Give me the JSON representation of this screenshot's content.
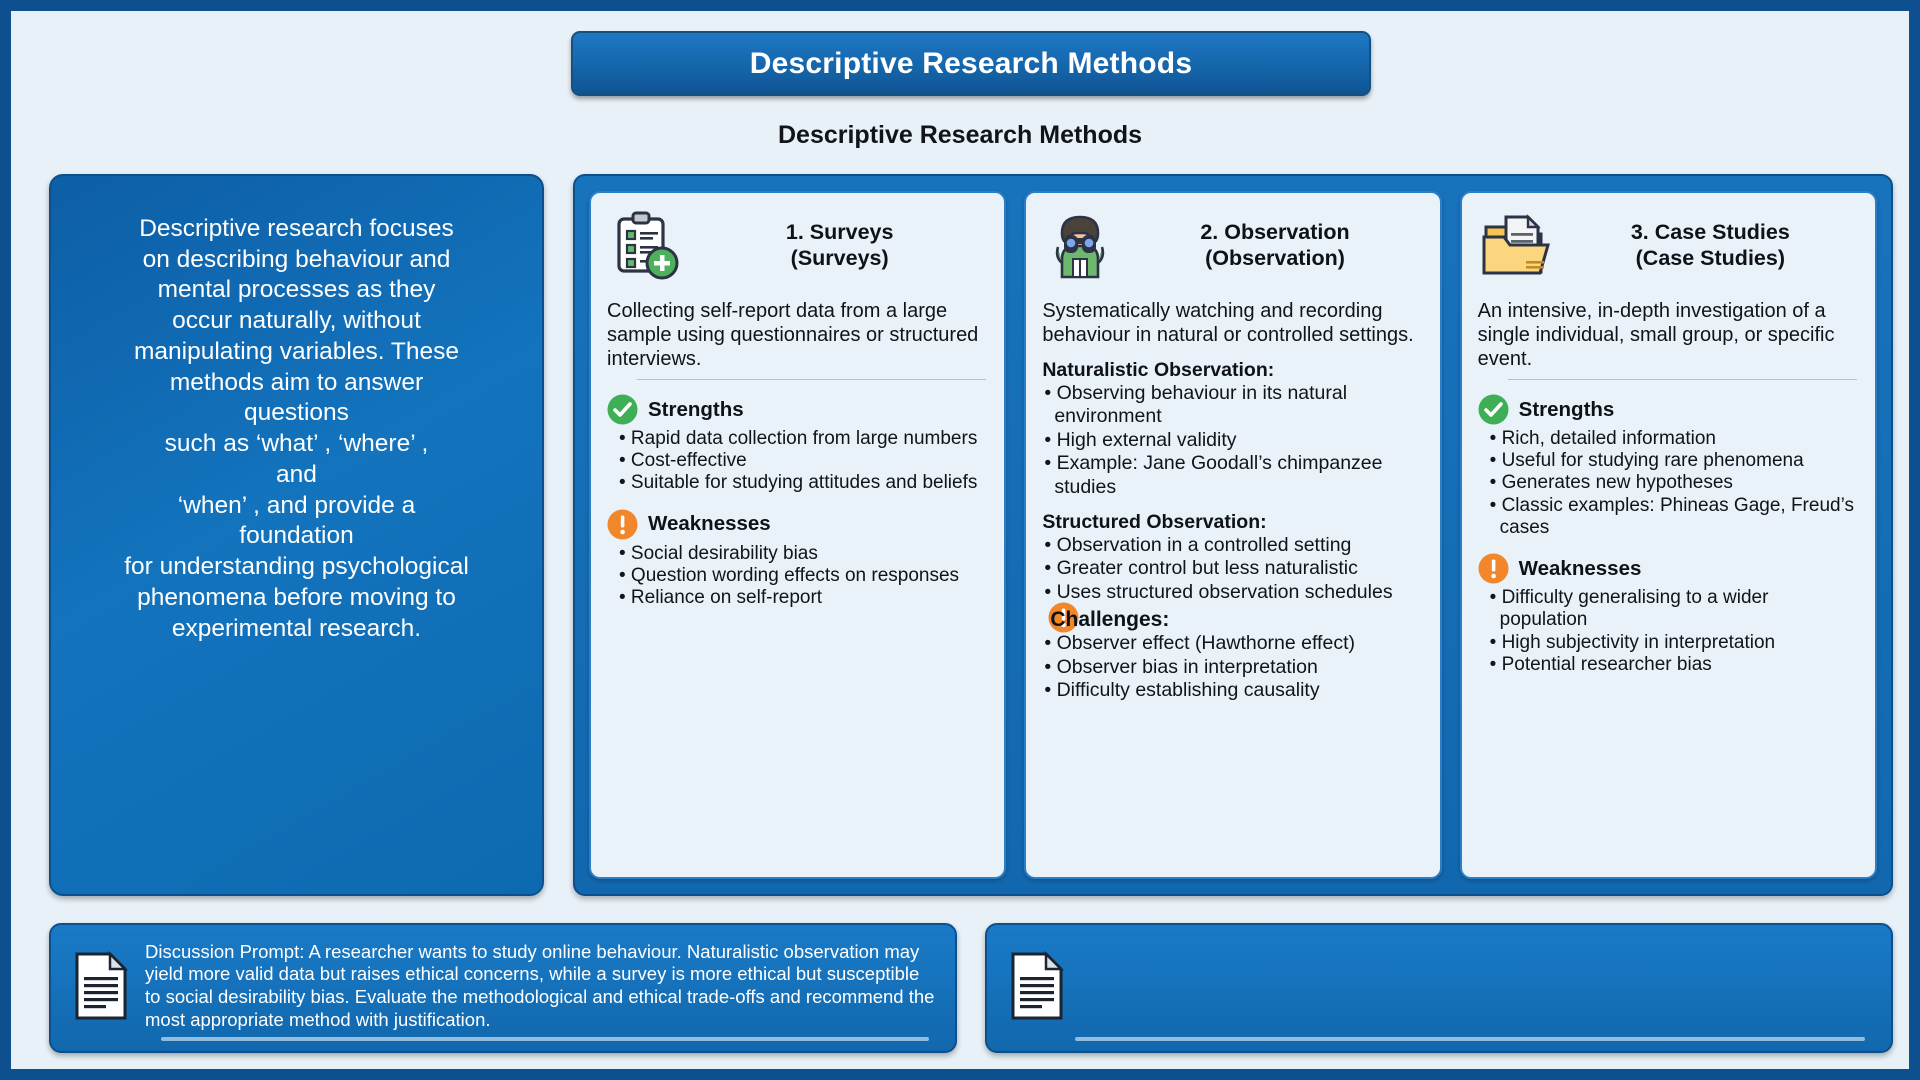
{
  "banner": {
    "title": "Descriptive Research Methods"
  },
  "subtitle": "Descriptive Research Methods",
  "left_panel": {
    "body": "Descriptive research focuses\non describing behaviour and\nmental processes as they\noccur naturally, without\nmanipulating variables. These\nmethods aim to answer\nquestions\nsuch as   ‘what’ ,   ‘where’ ,\nand\n‘when’ , and provide a\nfoundation\nfor understanding psychological\nphenomena before moving to\nexperimental research."
  },
  "cards": [
    {
      "icon": "clipboard-plus-icon",
      "title": "1. Surveys\n(Surveys)",
      "desc": "Collecting self-report data from a large sample using questionnaires or structured interviews.",
      "strengths_label": "Strengths",
      "strengths": [
        "• Rapid data collection from large numbers",
        "• Cost-effective",
        "• Suitable for studying attitudes and beliefs"
      ],
      "weaknesses_label": "Weaknesses",
      "weaknesses": [
        "• Social desirability bias",
        "• Question wording effects on responses",
        "• Reliance on self-report"
      ]
    },
    {
      "icon": "binoculars-observer-icon",
      "title": "2. Observation\n(Observation)",
      "desc": "Systematically watching and recording behaviour in natural or controlled settings.",
      "section_1_head": "Naturalistic Observation:",
      "section_1_bullets": [
        "• Observing behaviour in its natural environment",
        "• High external validity",
        "• Example: Jane Goodall’s chimpanzee studies"
      ],
      "section_2_head": "Structured Observation:",
      "section_2_bullets": [
        "• Observation in a controlled setting",
        "• Greater control but less naturalistic",
        "• Uses structured observation schedules"
      ],
      "challenges_label": "Challenges:",
      "challenges": [
        "• Observer effect (Hawthorne effect)",
        "• Observer bias in interpretation",
        "• Difficulty establishing causality"
      ]
    },
    {
      "icon": "case-folder-icon",
      "title": "3. Case Studies\n(Case Studies)",
      "desc": "An intensive, in-depth investigation of a single individual, small group,  or specific event.",
      "strengths_label": "Strengths",
      "strengths": [
        "• Rich, detailed information",
        "• Useful for studying rare phenomena",
        "• Generates new hypotheses",
        "• Classic examples: Phineas Gage, Freud’s cases"
      ],
      "weaknesses_label": "Weaknesses",
      "weaknesses": [
        "• Difficulty generalising to a wider population",
        "• High subjectivity in interpretation",
        "• Potential researcher bias"
      ]
    }
  ],
  "bottom": [
    {
      "icon": "document-icon",
      "text": "Discussion Prompt: A researcher wants to study online behaviour. Naturalistic observation may yield more valid data but raises ethical concerns, while a survey is more ethical but susceptible to social desirability bias. Evaluate the methodological and ethical trade-offs and recommend the most appropriate method with justification."
    },
    {
      "icon": "document-icon",
      "text": ""
    }
  ],
  "colors": {
    "accent_blue": "#1268ae",
    "panel_blue": "#0d5fa6",
    "page_bg": "#e8f1f8",
    "card_bg": "#e9f2f8",
    "strength_green": "#3faf55",
    "weakness_orange": "#f1862a",
    "border_blue": "#0e4f8f"
  }
}
